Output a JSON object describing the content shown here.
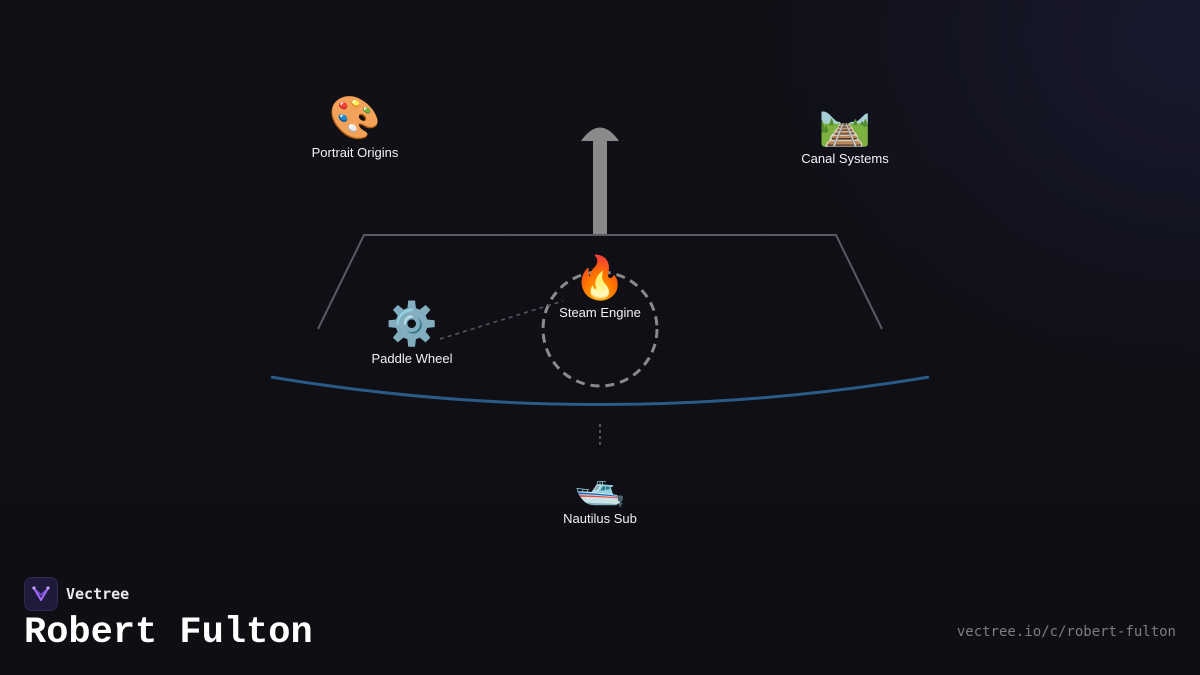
{
  "brand": {
    "name": "Vectree",
    "logo_icon": "vectree-logo-icon"
  },
  "title": "Robert Fulton",
  "url": "vectree.io/c/robert-fulton",
  "colors": {
    "background": "#0f0f14",
    "deck_line": "#5a5a64",
    "hull_curve": "#2a5a86",
    "chimney": "#8a8a8a",
    "dashed": "#8a8a8a",
    "text": "#ffffff",
    "url_text": "#7c7c86",
    "logo_accent": "#a66cff"
  },
  "nodes": [
    {
      "id": "portrait",
      "label": "Portrait Origins",
      "emoji": "🎨",
      "icon": "palette-icon"
    },
    {
      "id": "canal",
      "label": "Canal Systems",
      "emoji": "🛤️",
      "icon": "railway-track-icon"
    },
    {
      "id": "steam",
      "label": "Steam Engine",
      "emoji": "🔥",
      "icon": "fire-icon"
    },
    {
      "id": "paddle",
      "label": "Paddle Wheel",
      "emoji": "⚙️",
      "icon": "gear-icon"
    },
    {
      "id": "nautilus",
      "label": "Nautilus Sub",
      "emoji": "🛥️",
      "icon": "motor-boat-icon"
    }
  ]
}
